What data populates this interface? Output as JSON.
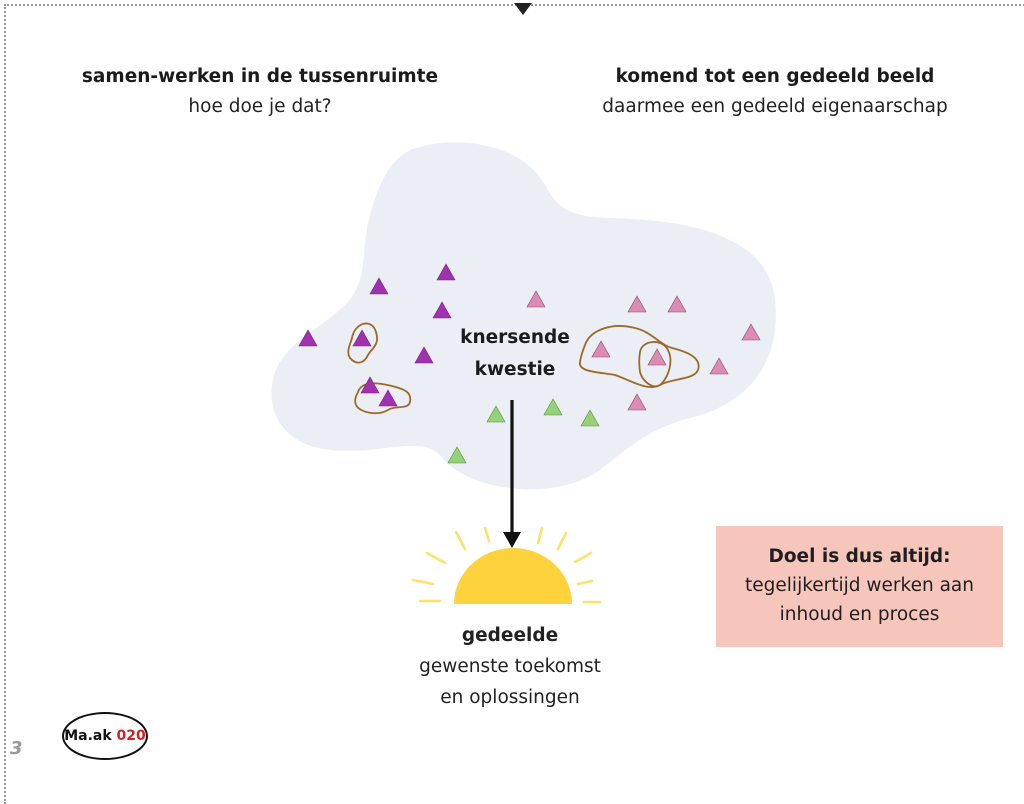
{
  "headings": {
    "left": {
      "title": "samen-werken in de tussenruimte",
      "subtitle": "hoe doe je dat?"
    },
    "right": {
      "title": "komend tot een gedeeld beeld",
      "subtitle": "daarmee een gedeeld eigenaarschap"
    }
  },
  "diagram": {
    "center_line1": "knersende",
    "center_line2": "kwestie",
    "outcome_title": "gedeelde",
    "outcome_line1": "gewenste toekomst",
    "outcome_line2": "en oplossingen"
  },
  "goal_box": {
    "title": "Doel is dus altijd:",
    "line1": "tegelijkertijd werken aan",
    "line2": "inhoud en proces"
  },
  "footer": {
    "page_number": "3",
    "logo_text": "Ma.ak",
    "logo_number": "020"
  },
  "colors": {
    "blob": "#eceef5",
    "purple_triangle": "#a032b0",
    "pink_triangle": "#dc8cb4",
    "green_triangle": "#96d278",
    "loop_outline": "#9a6a26",
    "sun": "#fdd23c",
    "sun_rays": "#fde16a",
    "goal_box": "#f6c6bd",
    "logo_accent": "#d21f1f"
  }
}
